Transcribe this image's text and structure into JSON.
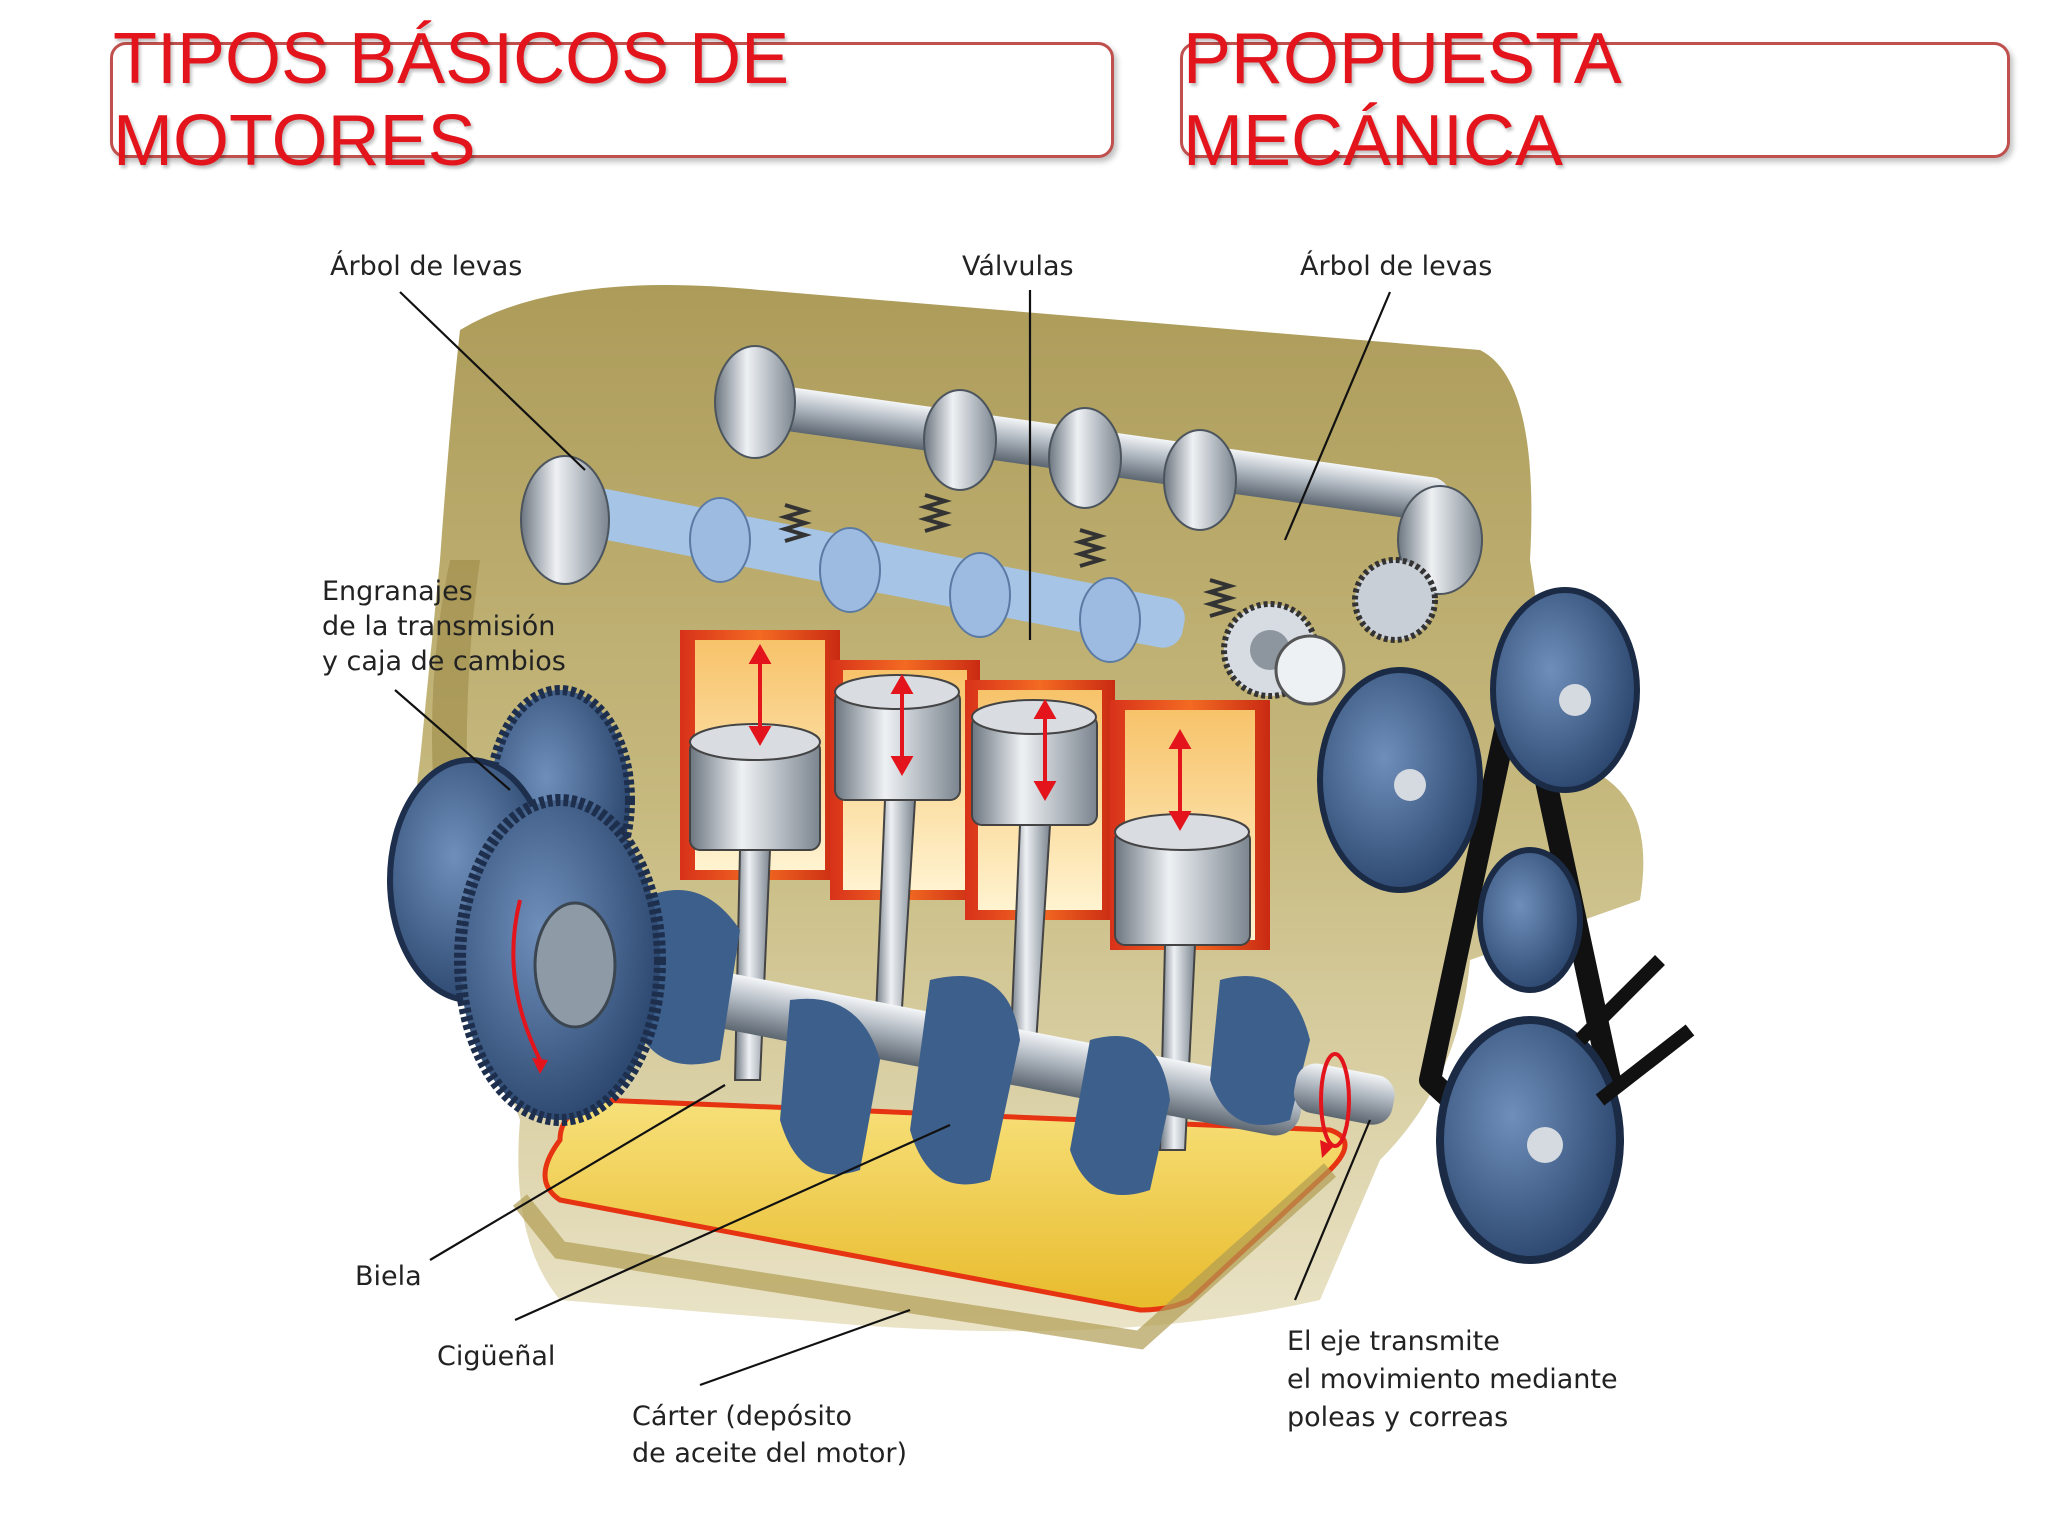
{
  "titles": {
    "left": "TIPOS BÁSICOS DE MOTORES",
    "right": "PROPUESTA MECÁNICA"
  },
  "labels": {
    "camshaft_left": "Árbol de levas",
    "valves": "Válvulas",
    "camshaft_right": "Árbol de levas",
    "gears_line1": "Engranajes",
    "gears_line2": "de la transmisión",
    "gears_line3": "y caja de cambios",
    "conrod": "Biela",
    "crankshaft": "Cigüeñal",
    "sump_line1": "Cárter (depósito",
    "sump_line2": "de aceite del motor)",
    "shaft_line1": "El eje transmite",
    "shaft_line2": "el movimiento mediante",
    "shaft_line3": "poleas y correas"
  },
  "colors": {
    "title_text": "#e3141b",
    "title_border": "#c0504d",
    "engine_block": "#b3a25e",
    "metal_blue": "#3d5f8c",
    "cylinder_red": "#e8421b",
    "oil": "#f3d24a"
  }
}
